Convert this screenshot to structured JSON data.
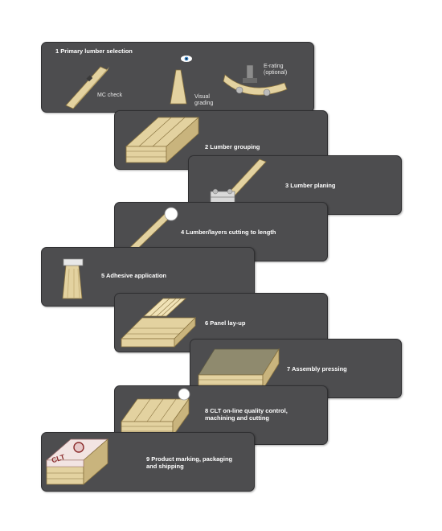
{
  "steps": [
    {
      "label": "1 Primary lumber selection",
      "subs": [
        "MC check",
        "Visual grading",
        "E-rating (optional)"
      ]
    },
    {
      "label": "2 Lumber grouping"
    },
    {
      "label": "3 Lumber planing"
    },
    {
      "label": "4 Lumber/layers cutting to length"
    },
    {
      "label": "5 Adhesive application"
    },
    {
      "label": "6 Panel lay-up"
    },
    {
      "label": "7 Assembly pressing"
    },
    {
      "label": "8 CLT on-line quality control, machining and cutting"
    },
    {
      "label": "9 Product marking, packaging and shipping",
      "stamp": "CLT"
    }
  ],
  "colors": {
    "panel": "#4d4d4f",
    "wood": "#e3d2a0",
    "wood_edge": "#8a7440",
    "text": "#ffffff"
  }
}
